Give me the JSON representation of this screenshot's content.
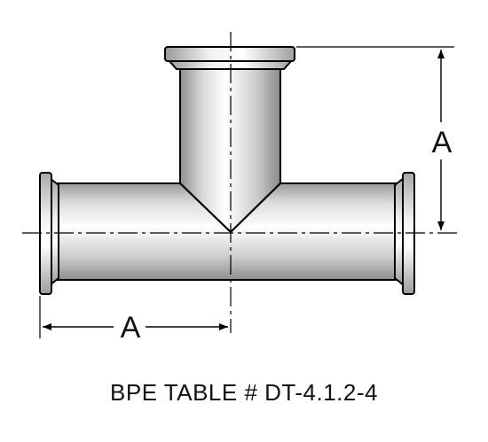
{
  "diagram": {
    "dimension_vertical": "A",
    "dimension_horizontal": "A",
    "caption": "BPE TABLE # DT-4.1.2-4"
  },
  "colors": {
    "outline": "#000000",
    "metal_light": "#ffffff",
    "metal_dark": "#9a9a9a"
  }
}
